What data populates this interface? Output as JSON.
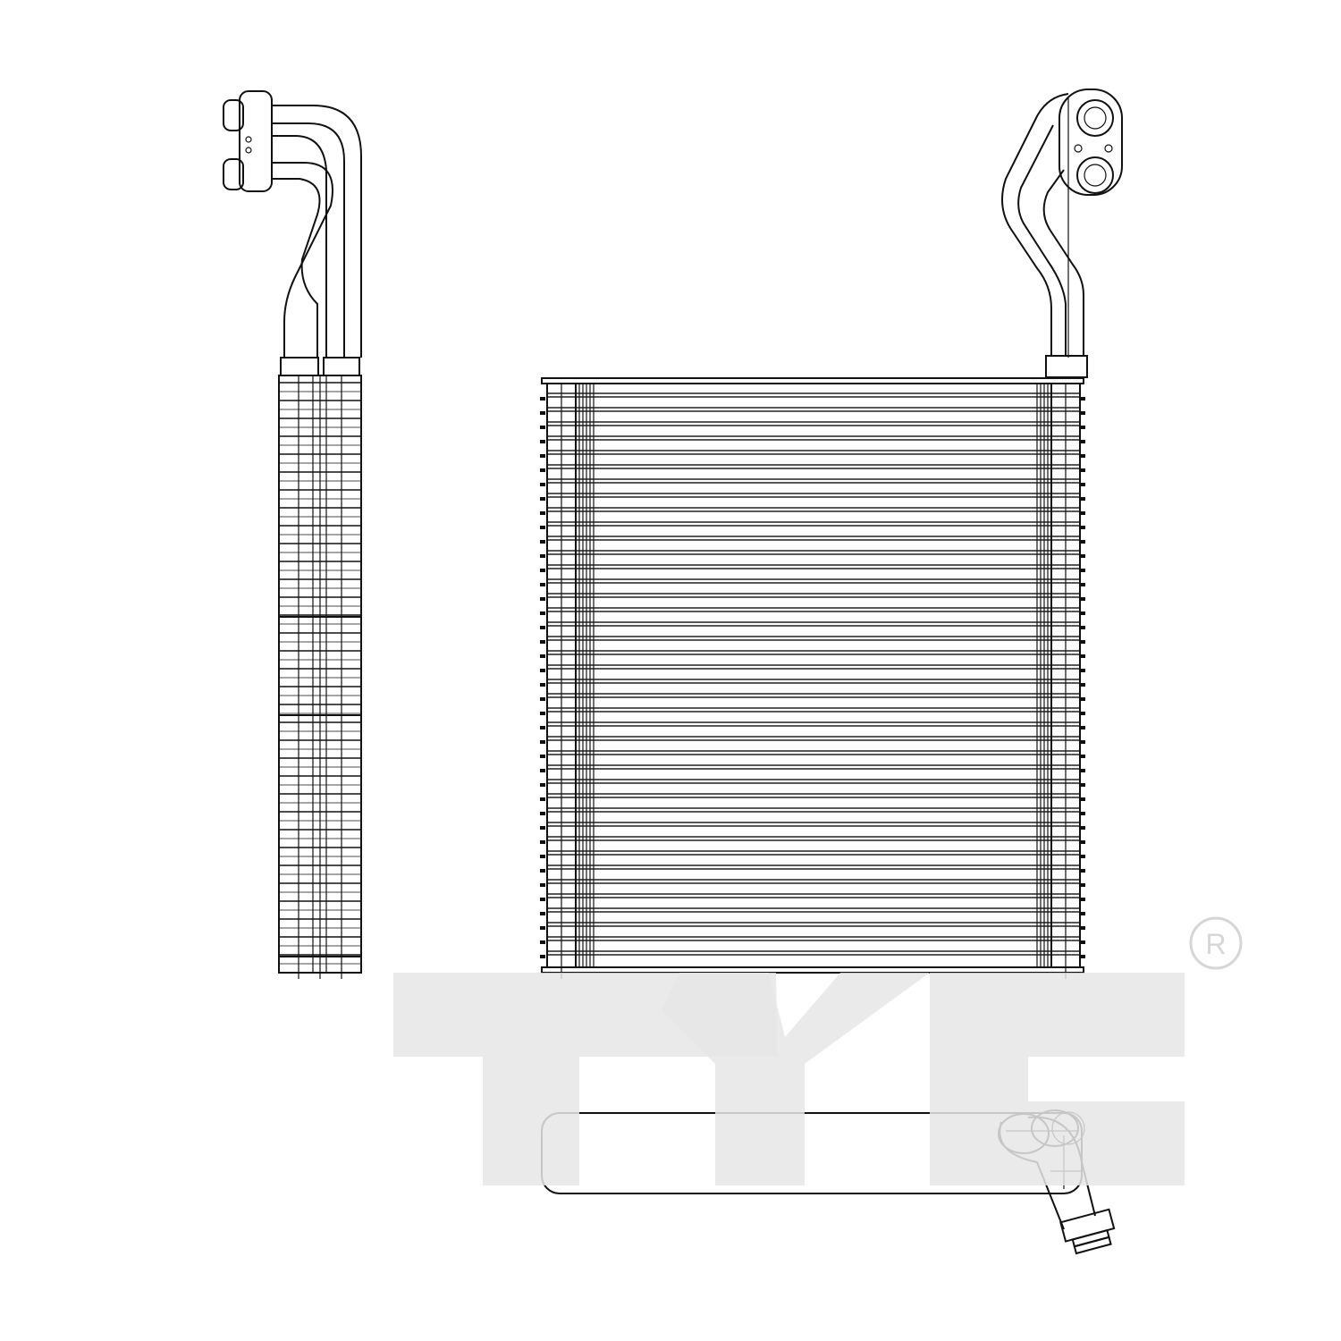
{
  "diagram": {
    "subject": "A/C evaporator core technical line drawing",
    "views": [
      {
        "name": "side-view",
        "description": "narrow side view with bent inlet/outlet tubes and flange"
      },
      {
        "name": "front-view",
        "description": "core face with horizontal tubes and fins, tubes exiting top-right to flange block"
      },
      {
        "name": "top-view",
        "description": "top view of core with bent tube fitting at right end"
      }
    ],
    "front_view_tube_count": 40,
    "line_color": "#111111",
    "background": "#ffffff"
  },
  "watermark": {
    "text": "TYC",
    "registered_mark": "R",
    "color": "#e6e6e6"
  }
}
